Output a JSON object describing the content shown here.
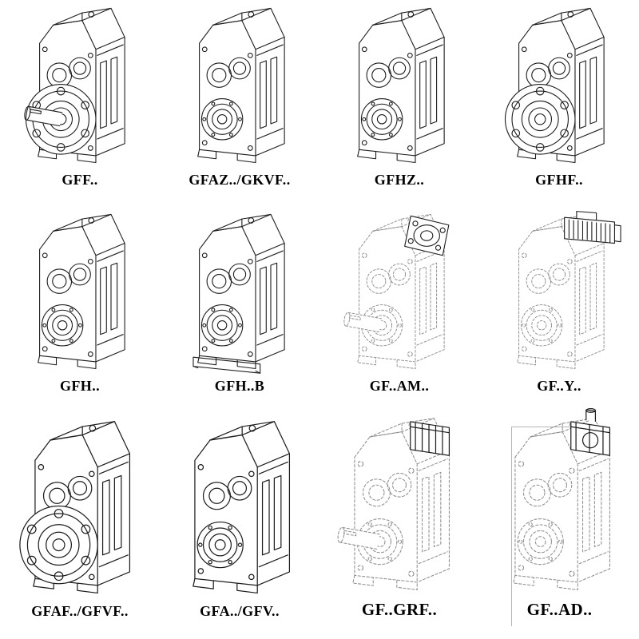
{
  "page": {
    "kind": "gear-reducer-catalog-sheet",
    "background": "#ffffff"
  },
  "colors": {
    "solid_line": "#1c1c1c",
    "dashed_line": "#8f8f8f",
    "label_text": "#000000",
    "box_border": "#b5b5b5"
  },
  "products": [
    {
      "label": "GFF..",
      "drawing_style": "solid",
      "features": [
        "output-flange",
        "solid-shaft"
      ]
    },
    {
      "label": "GFAZ../GKVF..",
      "drawing_style": "solid",
      "features": [
        "hollow-shaft-rings"
      ]
    },
    {
      "label": "GFHZ..",
      "drawing_style": "solid",
      "features": [
        "hollow-shaft-rings"
      ]
    },
    {
      "label": "GFHF..",
      "drawing_style": "solid",
      "features": [
        "output-flange"
      ]
    },
    {
      "label": "GFH..",
      "drawing_style": "solid",
      "features": [
        "hollow-shaft-rings"
      ]
    },
    {
      "label": "GFH..B",
      "drawing_style": "solid",
      "features": [
        "hollow-shaft-rings",
        "base-plate"
      ]
    },
    {
      "label": "GF..AM..",
      "drawing_style": "dashed",
      "features": [
        "iec-adapter-flange",
        "solid-shaft"
      ]
    },
    {
      "label": "GF..Y..",
      "drawing_style": "dashed",
      "features": [
        "mounted-motor"
      ]
    },
    {
      "label": "GFAF../GFVF..",
      "drawing_style": "solid",
      "features": [
        "output-flange"
      ]
    },
    {
      "label": "GFA../GFV..",
      "drawing_style": "solid",
      "features": [
        "hollow-shaft-rings"
      ]
    },
    {
      "label": "GF..GRF..",
      "drawing_style": "dashed",
      "features": [
        "input-adapter-box",
        "solid-shaft"
      ]
    },
    {
      "label": "GF..AD..",
      "drawing_style": "dashed",
      "features": [
        "input-adapter-stub"
      ]
    }
  ]
}
